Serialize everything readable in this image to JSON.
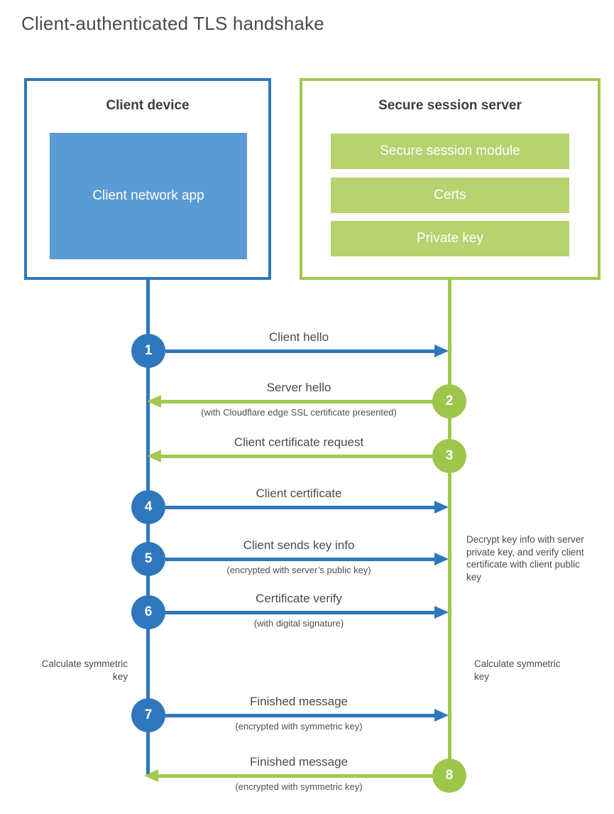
{
  "title": "Client-authenticated TLS handshake",
  "client_box": {
    "heading": "Client device",
    "module": "Client network app"
  },
  "server_box": {
    "heading": "Secure session server",
    "modules": [
      "Secure session module",
      "Certs",
      "Private key"
    ]
  },
  "steps": [
    {
      "num": "1",
      "from": "client",
      "direction": "right",
      "label": "Client hello",
      "sub": ""
    },
    {
      "num": "2",
      "from": "server",
      "direction": "left",
      "label": "Server hello",
      "sub": "(with Cloudflare edge SSL certificate presented)"
    },
    {
      "num": "3",
      "from": "server",
      "direction": "left",
      "label": "Client certificate request",
      "sub": ""
    },
    {
      "num": "4",
      "from": "client",
      "direction": "right",
      "label": "Client certificate",
      "sub": ""
    },
    {
      "num": "5",
      "from": "client",
      "direction": "right",
      "label": "Client sends key info",
      "sub": "(encrypted with server’s public key)"
    },
    {
      "num": "6",
      "from": "client",
      "direction": "right",
      "label": "Certificate verify",
      "sub": "(with digital signature)"
    },
    {
      "num": "7",
      "from": "client",
      "direction": "right",
      "label": "Finished message",
      "sub": "(encrypted with symmetric key)"
    },
    {
      "num": "8",
      "from": "server",
      "direction": "left",
      "label": "Finished message",
      "sub": "(encrypted with symmetric key)"
    }
  ],
  "annotations": {
    "server_note": "Decrypt key info with server private key, and verify client certificate with client public key",
    "client_calc": "Calculate symmetric key",
    "server_calc": "Calculate symmetric key"
  },
  "colors": {
    "blue": "#2e77bc",
    "blue_fill": "#5b9bd5",
    "green": "#a2c94e",
    "green_fill": "#b7d26e",
    "green_circle": "#9dc64a",
    "heading_text": "#3d3d3d",
    "label_text": "#4a4a4a"
  }
}
